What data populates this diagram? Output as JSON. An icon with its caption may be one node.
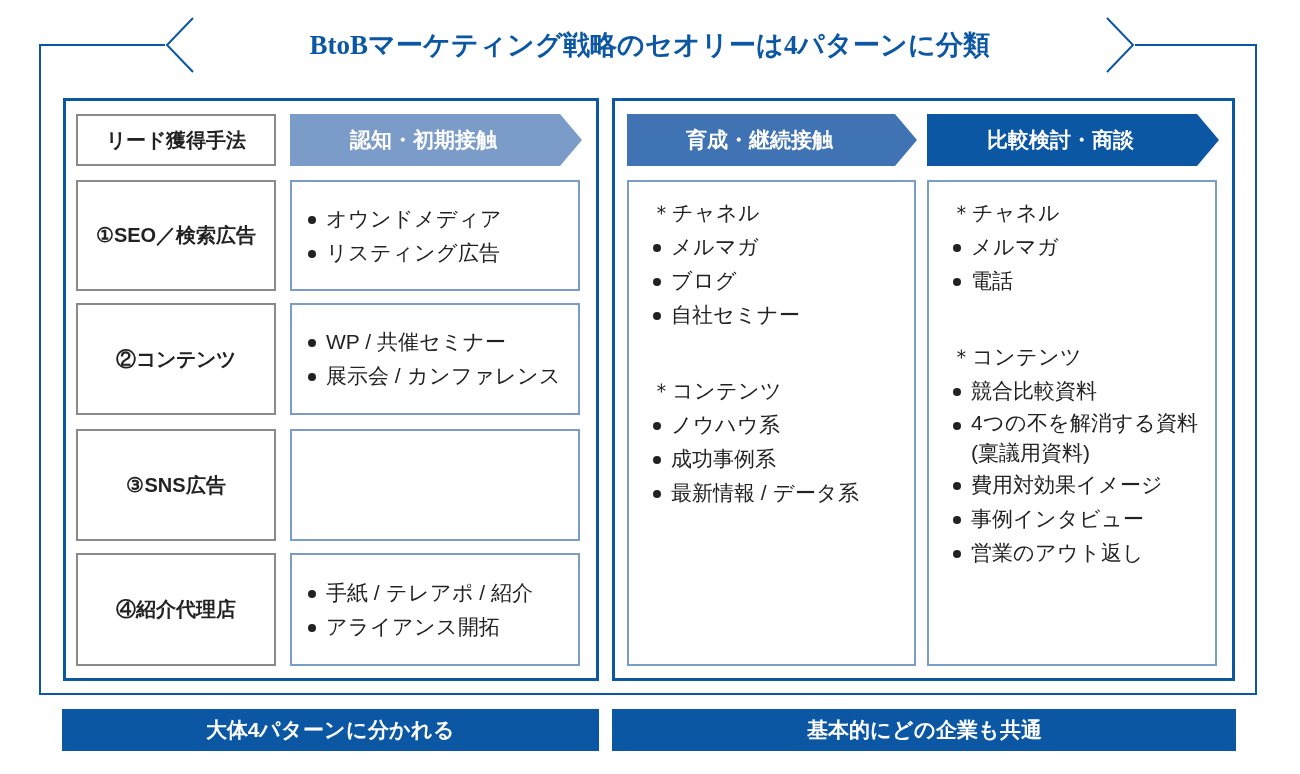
{
  "diagram": {
    "title": "BtoBマーケティング戦略のセオリーは4パターンに分類",
    "nodes": [
      {
        "text": [],
        "shape": "box"
      },
      {
        "text": [
          "リード獲得手法"
        ],
        "in": 0
      },
      {
        "text": [
          "認知・初期接触"
        ],
        "in": 0
      },
      {
        "text": [
          "①SEO／検索広告"
        ],
        "in": 0
      },
      {
        "text": [
          "オウンドメディア",
          "リスティング広告"
        ],
        "in": 0
      },
      {
        "text": [
          "②コンテンツ"
        ],
        "in": 0
      },
      {
        "text": [
          "WP / 共催セミナー",
          "展示会 / カンファレンス"
        ],
        "in": 0
      },
      {
        "text": [
          "③SNS広告"
        ],
        "in": 0
      },
      {
        "text": [],
        "shape": "box",
        "in": 0
      },
      {
        "text": [
          "④紹介代理店"
        ],
        "in": 0
      },
      {
        "text": [
          "手紙 / テレアポ / 紹介",
          "アライアンス開拓"
        ],
        "in": 0
      },
      {
        "text": [],
        "shape": "box"
      },
      {
        "text": [
          "育成・継続接触"
        ],
        "in": 11
      },
      {
        "text": [
          "比較検討・商談"
        ],
        "in": 11
      },
      {
        "text": [
          "＊チャネル",
          "メルマガ",
          "ブログ",
          "自社セミナー",
          "＊コンテンツ",
          "ノウハウ系",
          "成功事例系",
          "最新情報 / データ系"
        ],
        "in": 11
      },
      {
        "text": [
          "＊チャネル",
          "メルマガ",
          "電話",
          "＊コンテンツ",
          "競合比較資料",
          "4つの不を解消する資料(稟議用資料)",
          "費用対効果イメージ",
          "事例インタビュー",
          "営業のアウト返し"
        ],
        "in": 11
      },
      {
        "text": [
          "大体4パターンに分かれる"
        ]
      },
      {
        "text": [
          "基本的にどの企業も共通"
        ]
      }
    ]
  }
}
